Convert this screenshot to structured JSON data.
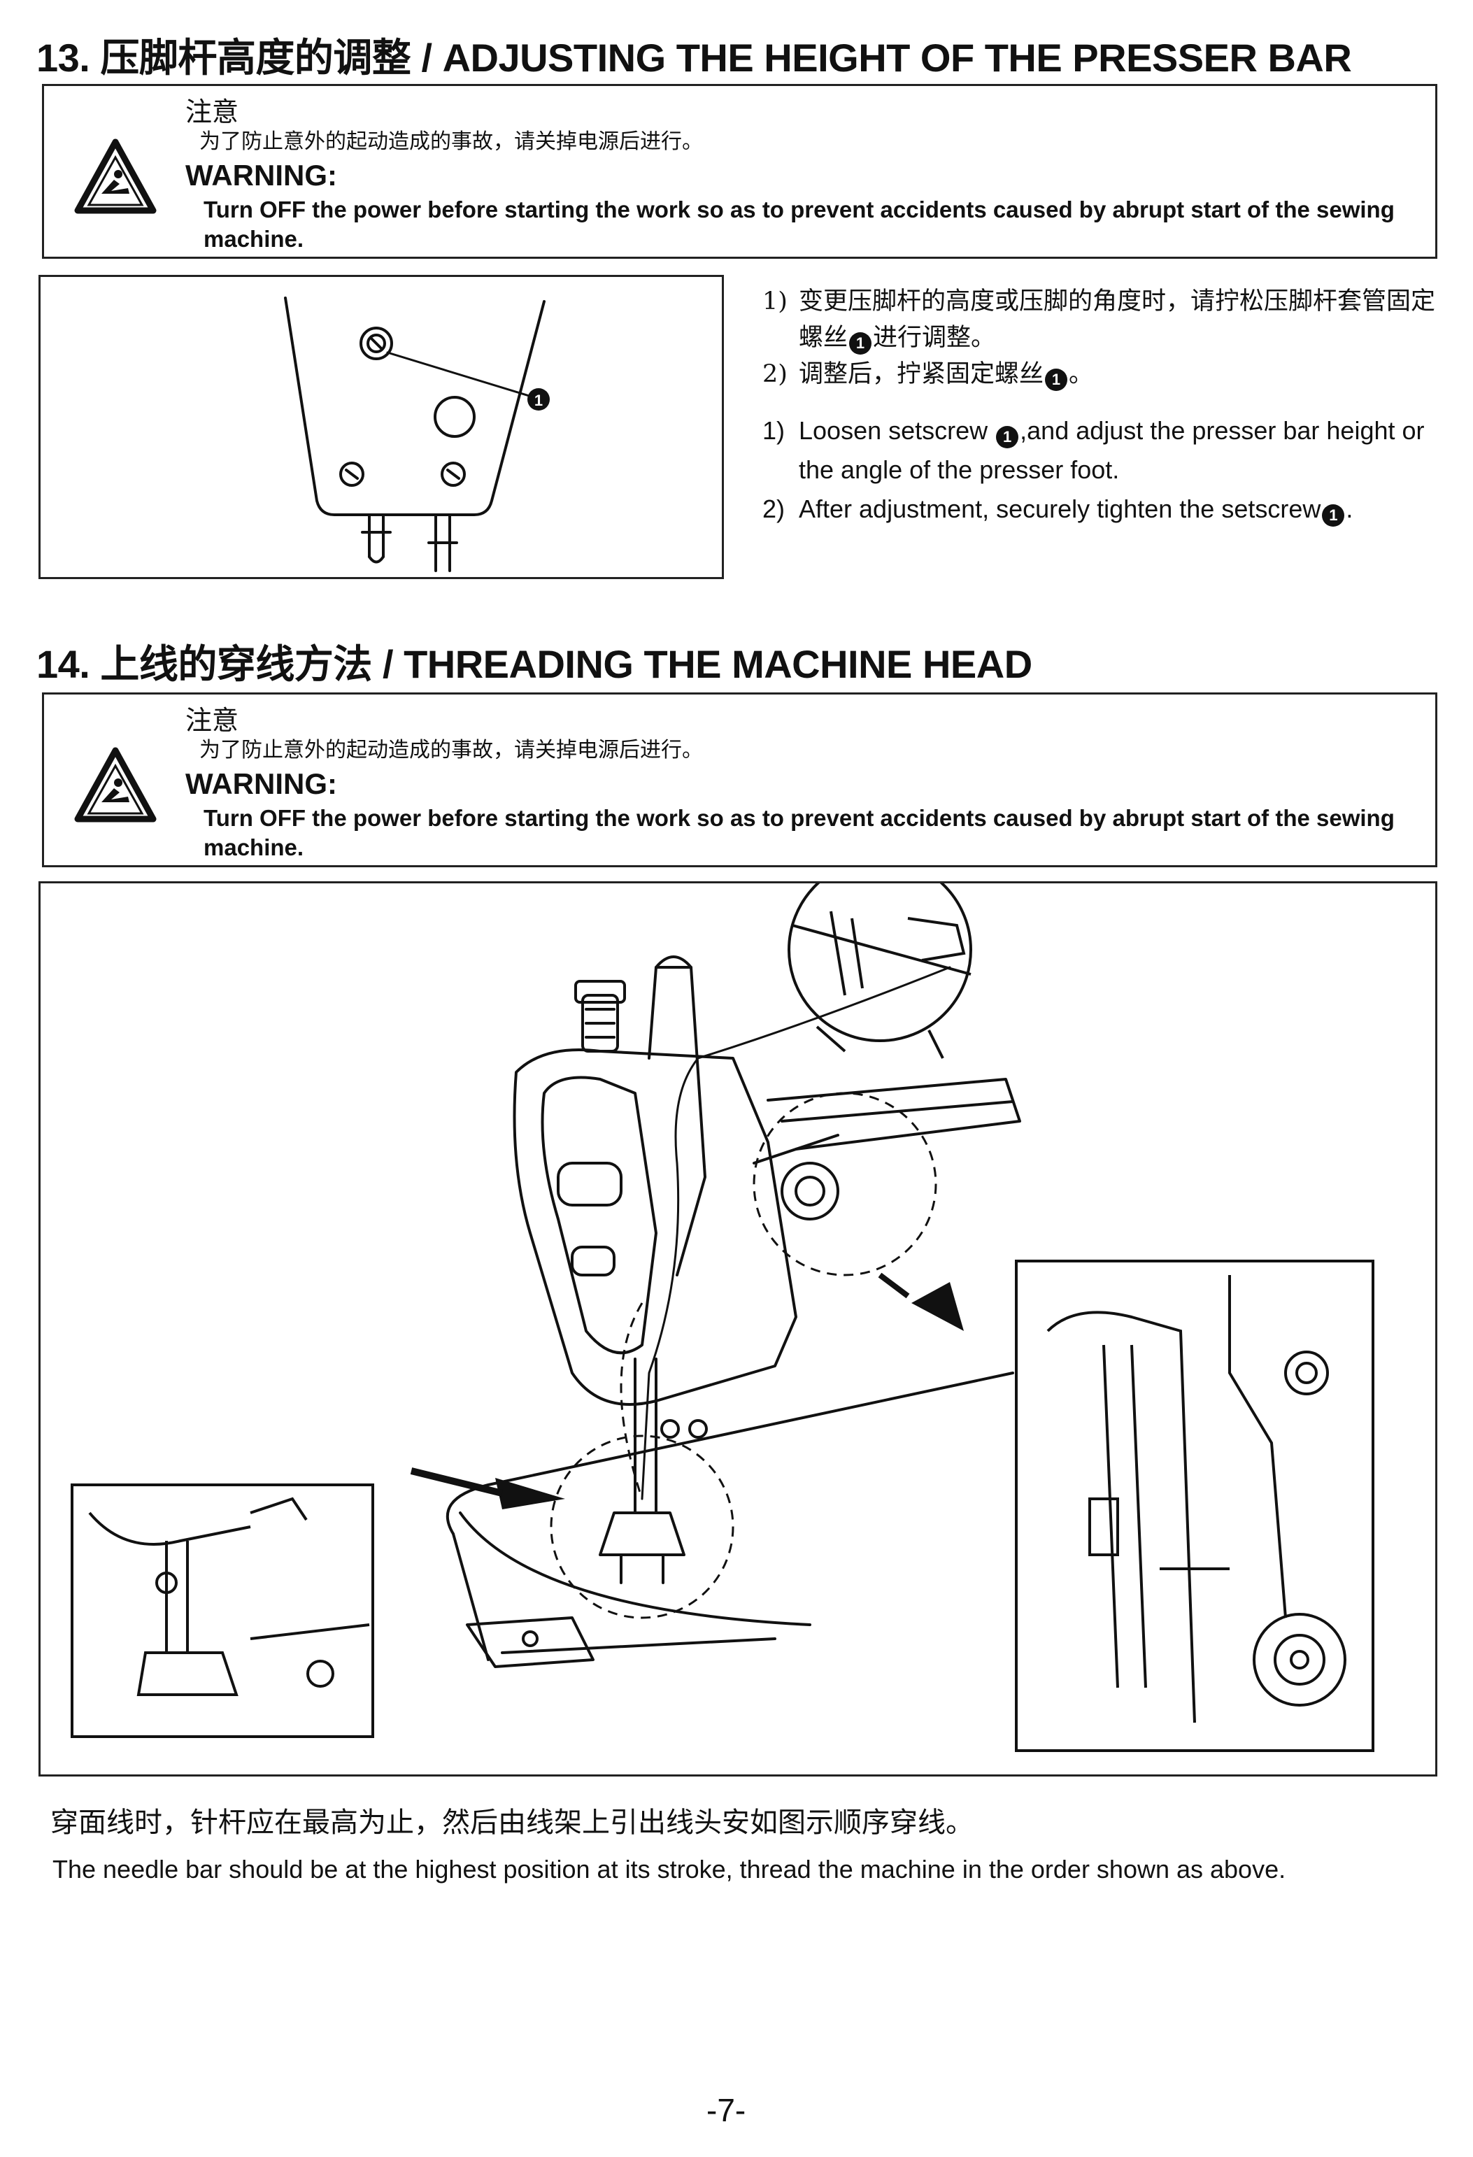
{
  "section13": {
    "heading": "13. 压脚杆高度的调整 / ADJUSTING THE HEIGHT OF THE PRESSER BAR",
    "warning": {
      "cn_head": "注意",
      "cn_body": "为了防止意外的起动造成的事故，请关掉电源后进行。",
      "en_head": "WARNING:",
      "en_body": "Turn OFF the power before starting the work so as to prevent accidents caused by abrupt start of the sewing machine."
    },
    "callout": "1",
    "steps_cn": [
      {
        "num": "1)",
        "text_a": "变更压脚杆的高度或压脚的角度时，请拧松压脚杆套管固定螺丝",
        "text_b": "进行调整。"
      },
      {
        "num": "2)",
        "text_a": "调整后，拧紧固定螺丝",
        "text_b": "。"
      }
    ],
    "steps_en": [
      {
        "num": "1)",
        "text_a": "Loosen setscrew",
        "text_b": ",and  adjust the presser bar height or the angle of the presser foot."
      },
      {
        "num": "2)",
        "text_a": "After adjustment, securely tighten the setscrew",
        "text_b": "."
      }
    ]
  },
  "section14": {
    "heading": "14. 上线的穿线方法 / THREADING THE MACHINE HEAD",
    "warning": {
      "cn_head": "注意",
      "cn_body": "为了防止意外的起动造成的事故，请关掉电源后进行。",
      "en_head": "WARNING:",
      "en_body": "Turn OFF the power before starting the work so as to prevent accidents caused by abrupt start of the sewing machine."
    },
    "note_cn": "穿面线时，针杆应在最高为止，然后由线架上引出线头安如图示顺序穿线。",
    "note_en": "The needle bar should be at the highest position at its stroke, thread the machine in the order shown as above."
  },
  "page_number": "-7-"
}
